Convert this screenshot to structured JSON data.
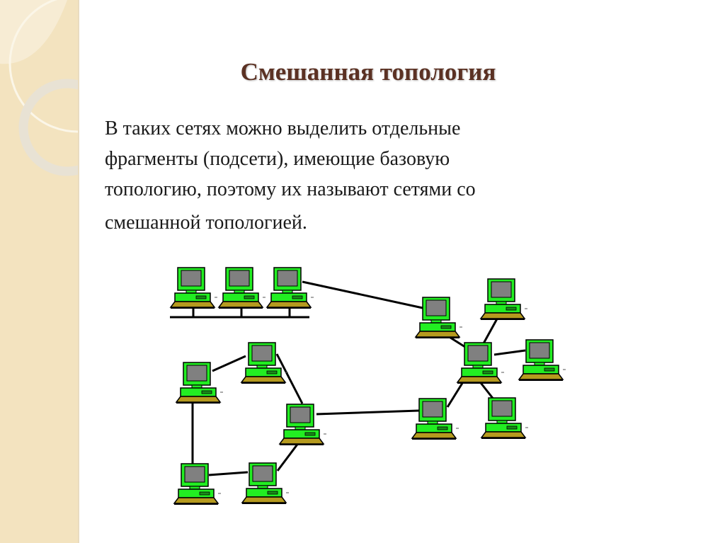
{
  "slide": {
    "title": "Смешанная топология",
    "body_lines": [
      "В таких сетях можно выделить отдельные",
      "фрагменты (подсети), имеющие базовую",
      "топологию, поэтому их называют сетями со",
      "смешанной топологией."
    ]
  },
  "diagram": {
    "computer_icon": "desktop-computer-icon",
    "colors": {
      "case": "#22ee22",
      "screen": "#808080",
      "keyboard": "#b59a1e",
      "line": "#000000"
    }
  }
}
